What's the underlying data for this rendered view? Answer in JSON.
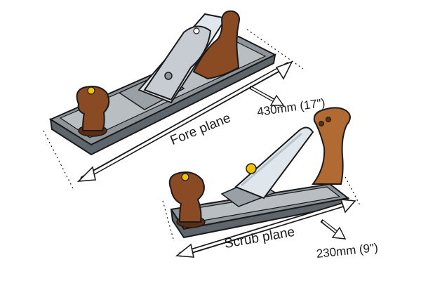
{
  "fore_plane": {
    "name": "Fore plane",
    "length": "430mm (17\")"
  },
  "scrub_plane": {
    "name": "Scrub plane",
    "length": "230mm (9\")"
  },
  "colors": {
    "body": "#8e959a",
    "body_dark": "#5f666b",
    "body_light": "#b8bec2",
    "blade": "#dfe6ec",
    "wood": "#8a4a24",
    "wood_dark": "#5a2d14",
    "brass": "#f2c200",
    "arrow": "#ffffff",
    "outline": "#1a1a1a"
  }
}
